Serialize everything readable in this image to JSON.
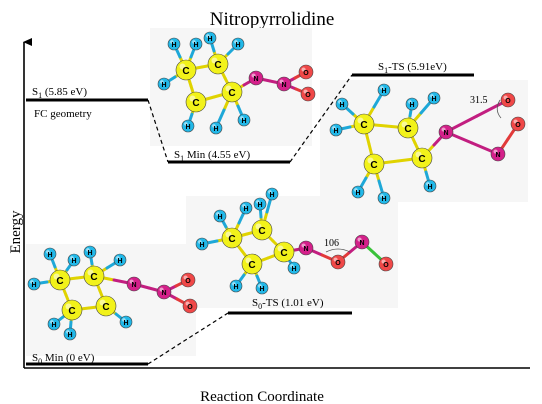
{
  "title": "Nitropyrrolidine",
  "axes": {
    "x_label": "Reaction Coordinate",
    "y_label": "Energy"
  },
  "levels": {
    "s1": {
      "label": "S",
      "sub": "1",
      "rest": " (5.85 eV)"
    },
    "fc": {
      "label": "FC geometry"
    },
    "s1min": {
      "label": "S",
      "sub": "1",
      "rest": " Min (4.55 eV)"
    },
    "s1ts": {
      "label": "S",
      "sub": "1",
      "rest": "-TS (5.91eV)"
    },
    "s0ts": {
      "label": "S",
      "sub": "0",
      "rest": "-TS (1.01 eV)"
    },
    "s0min": {
      "label": "S",
      "sub": "0",
      "rest": " Min (0 eV)"
    }
  },
  "annotations": {
    "angle_s1ts": "31.5",
    "angle_s0ts": "106"
  },
  "atom_labels": {
    "carbon": "C",
    "nitrogen": "N",
    "oxygen": "O",
    "hydrogen": "H"
  },
  "colors": {
    "carbon": "#f2f21a",
    "nitrogen": "#d4208a",
    "oxygen": "#f04848",
    "hydrogen": "#22b8e8",
    "bond_c": "#e0d300",
    "bond_n": "#c21e80",
    "bond_o": "#e23a3a",
    "bond_h": "#1ea8d8",
    "bond_g": "#3ac23a",
    "panel_bg": "#f6f6f6"
  }
}
